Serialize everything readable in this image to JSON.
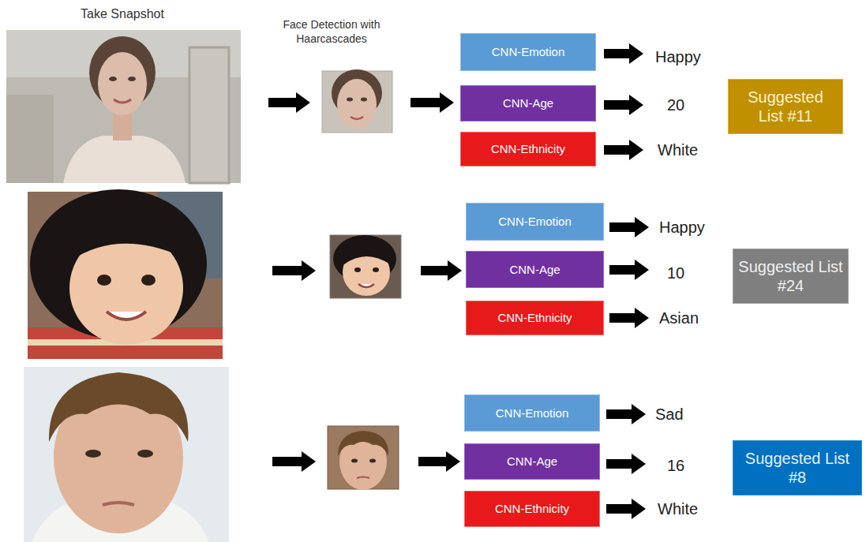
{
  "diagram": {
    "nodes": [
      {
        "text": [
          "CNN-Emotion"
        ]
      },
      {
        "text": [
          "CNN-Age"
        ]
      },
      {
        "text": [
          "CNN-Ethnicity"
        ]
      },
      {
        "text": [
          "Suggested List #11"
        ]
      },
      {
        "text": [
          "CNN-Emotion"
        ]
      },
      {
        "text": [
          "CNN-Age"
        ]
      },
      {
        "text": [
          "CNN-Ethnicity"
        ]
      },
      {
        "text": [
          "Suggested List #24"
        ]
      },
      {
        "text": [
          "CNN-Emotion"
        ]
      },
      {
        "text": [
          "CNN-Age"
        ]
      },
      {
        "text": [
          "CNN-Ethnicity"
        ]
      },
      {
        "text": [
          "Suggested List #8"
        ]
      }
    ],
    "labels": [
      "Take Snapshot",
      "Face Detection with Haarcascades",
      "Happy",
      "20",
      "White",
      "Happy",
      "10",
      "Asian",
      "Sad",
      "16",
      "White"
    ]
  }
}
